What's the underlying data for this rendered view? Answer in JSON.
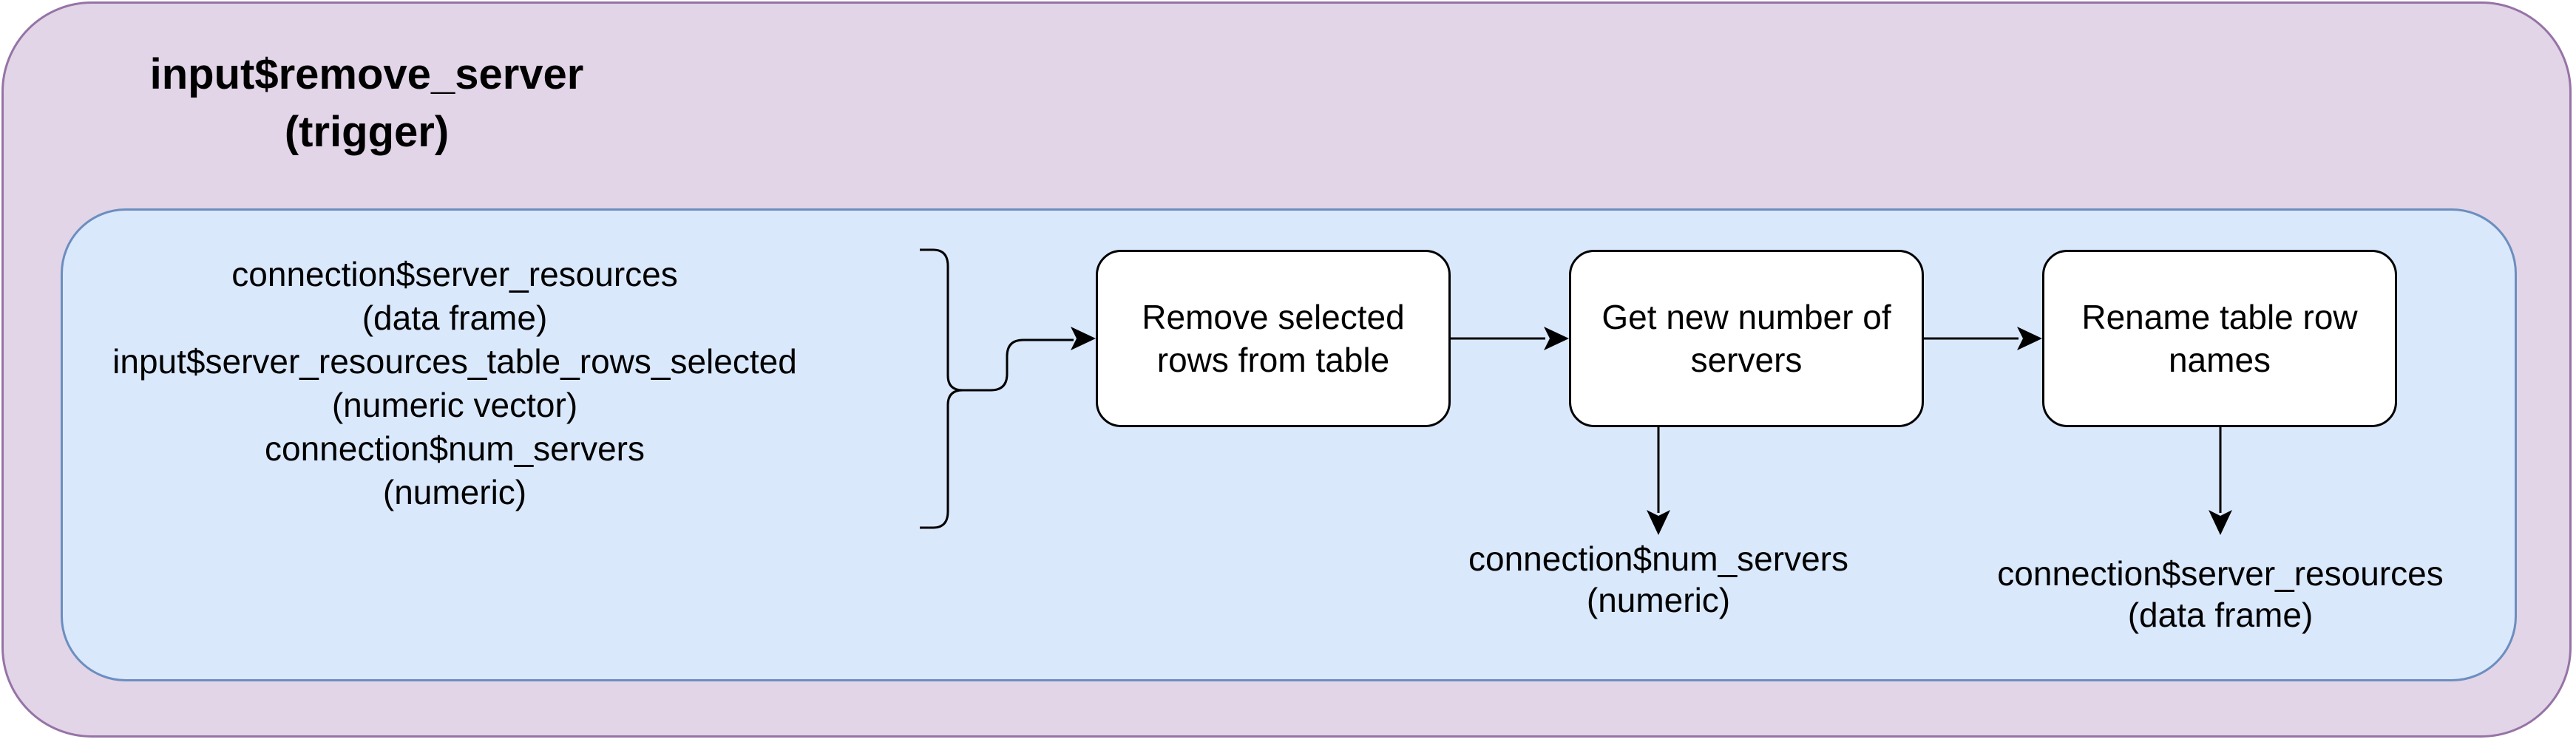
{
  "trigger": {
    "line1": "input$remove_server",
    "line2": "(trigger)"
  },
  "inputs": [
    "connection$server_resources",
    "(data frame)",
    "input$server_resources_table_rows_selected",
    "(numeric vector)",
    "connection$num_servers",
    "(numeric)"
  ],
  "steps": [
    {
      "line1": "Remove selected",
      "line2": "rows from table"
    },
    {
      "line1": "Get new number of",
      "line2": "servers"
    },
    {
      "line1": "Rename table row",
      "line2": "names"
    }
  ],
  "outputs": [
    {
      "line1": "connection$num_servers",
      "line2": "(numeric)"
    },
    {
      "line1": "connection$server_resources",
      "line2": "(data frame)"
    }
  ],
  "colors": {
    "outer_fill": "#e1d5e7",
    "outer_stroke": "#9673a6",
    "inner_fill": "#dae8fc",
    "inner_stroke": "#6c8ebf"
  }
}
